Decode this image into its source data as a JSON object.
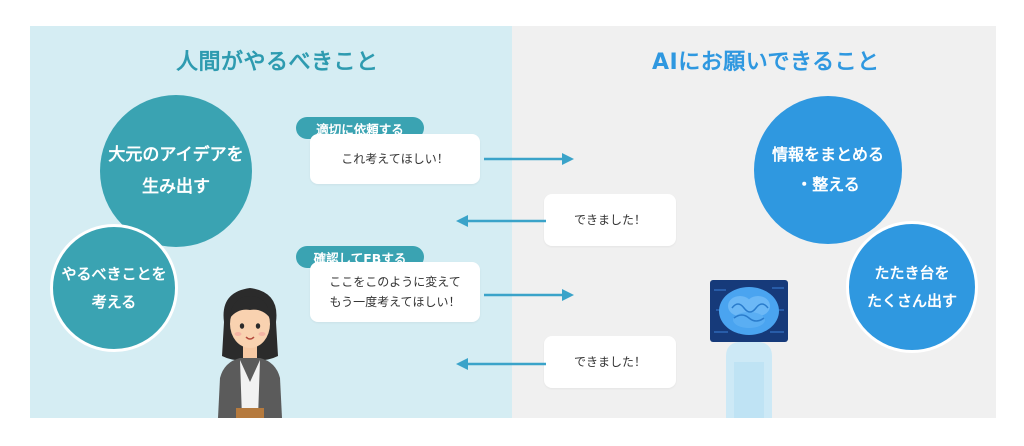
{
  "colors": {
    "left_bg": "#d5edf3",
    "right_bg": "#f0f0f0",
    "teal": "#3aa3b2",
    "teal_heading": "#2e9bb0",
    "blue": "#2f98e0",
    "blue_heading": "#2f98e0",
    "arrow": "#3aa3c9"
  },
  "left": {
    "heading": "人間がやるべきこと",
    "circle1": {
      "line1": "大元のアイデアを",
      "line2": "生み出す"
    },
    "circle2": {
      "line1": "やるべきことを",
      "line2": "考える"
    }
  },
  "right": {
    "heading": "AIにお願いできること",
    "circle1": {
      "line1": "情報をまとめる",
      "line2": "・整える"
    },
    "circle2": {
      "line1": "たたき台を",
      "line2": "たくさん出す"
    }
  },
  "flow": {
    "tag1": "適切に依頼する",
    "req1": "これ考えてほしい！",
    "resp1": "できました！",
    "tag2": "確認してFBする",
    "req2": {
      "line1": "ここをこのように変えて",
      "line2": "もう一度考えてほしい！"
    },
    "resp2": "できました！"
  },
  "icons": {
    "human": "woman-illustration-icon",
    "ai": "ai-brain-robot-icon",
    "arrow_right": "arrow-right-icon",
    "arrow_left": "arrow-left-icon"
  }
}
